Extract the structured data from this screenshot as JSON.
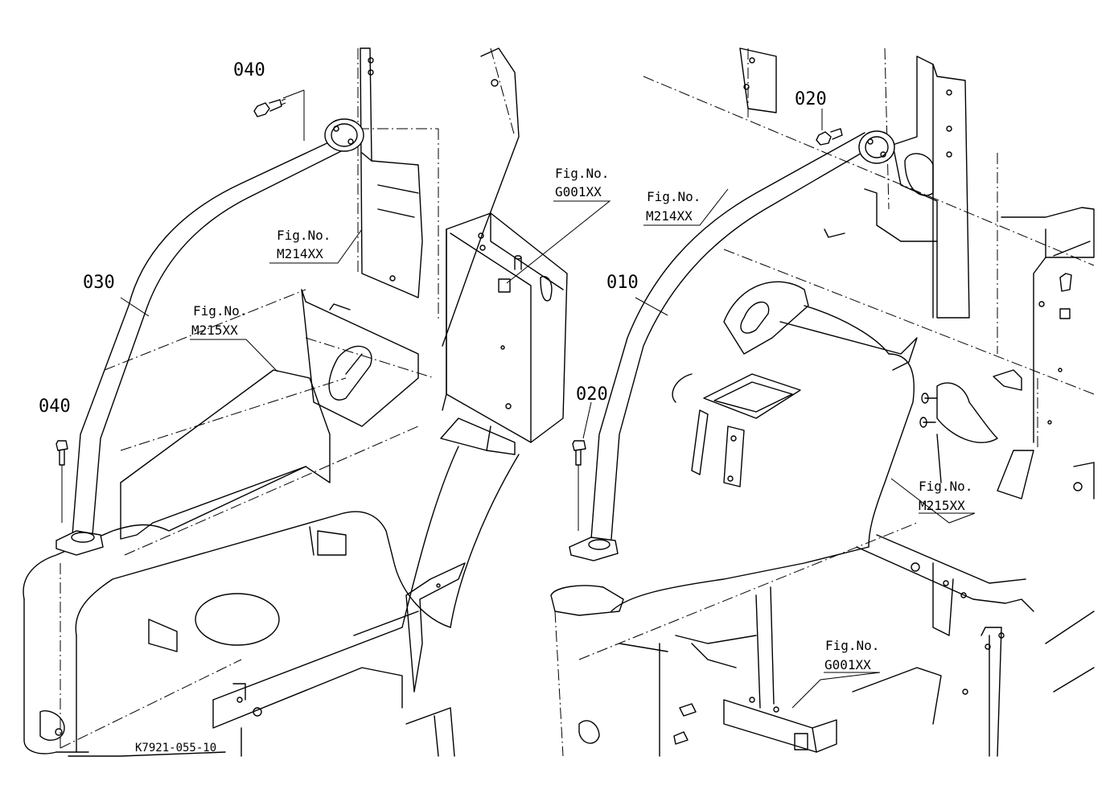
{
  "diagram": {
    "code": "K7921-055-10",
    "left_panel": {
      "parts": {
        "bolt_top": "040",
        "bolt_bottom": "040",
        "handrail": "030"
      },
      "refs": {
        "m214": {
          "label": "Fig.No.",
          "value": "M214XX"
        },
        "m215": {
          "label": "Fig.No.",
          "value": "M215XX"
        },
        "g001": {
          "label": "Fig.No.",
          "value": "G001XX"
        }
      }
    },
    "right_panel": {
      "parts": {
        "bolt_top": "020",
        "bolt_bottom": "020",
        "handrail": "010"
      },
      "refs": {
        "m214": {
          "label": "Fig.No.",
          "value": "M214XX"
        },
        "m215": {
          "label": "Fig.No.",
          "value": "M215XX"
        },
        "g001": {
          "label": "Fig.No.",
          "value": "G001XX"
        }
      }
    }
  }
}
